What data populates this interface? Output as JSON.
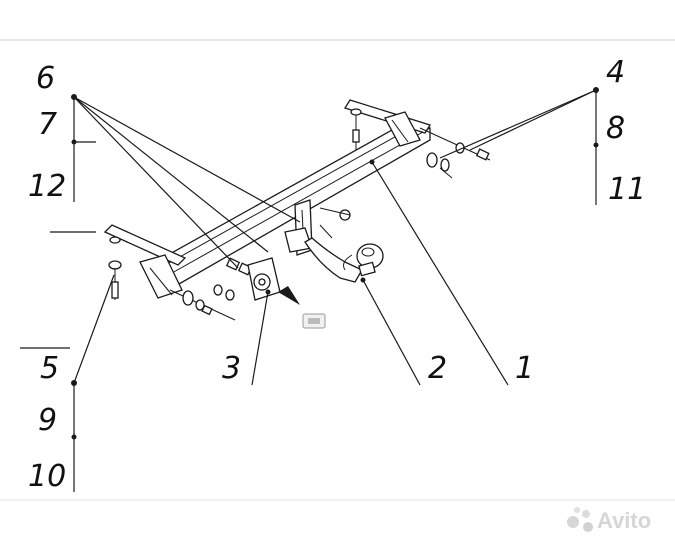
{
  "callouts": {
    "n1": "1",
    "n2": "2",
    "n3": "3",
    "n4": "4",
    "n5": "5",
    "n6": "6",
    "n7": "7",
    "n8": "8",
    "n9": "9",
    "n10": "10",
    "n11": "11",
    "n12": "12"
  },
  "watermark": {
    "text": "Avito"
  },
  "colors": {
    "line": "#1a1a1a",
    "background": "#ffffff",
    "watermark": "#d6d6d6"
  }
}
